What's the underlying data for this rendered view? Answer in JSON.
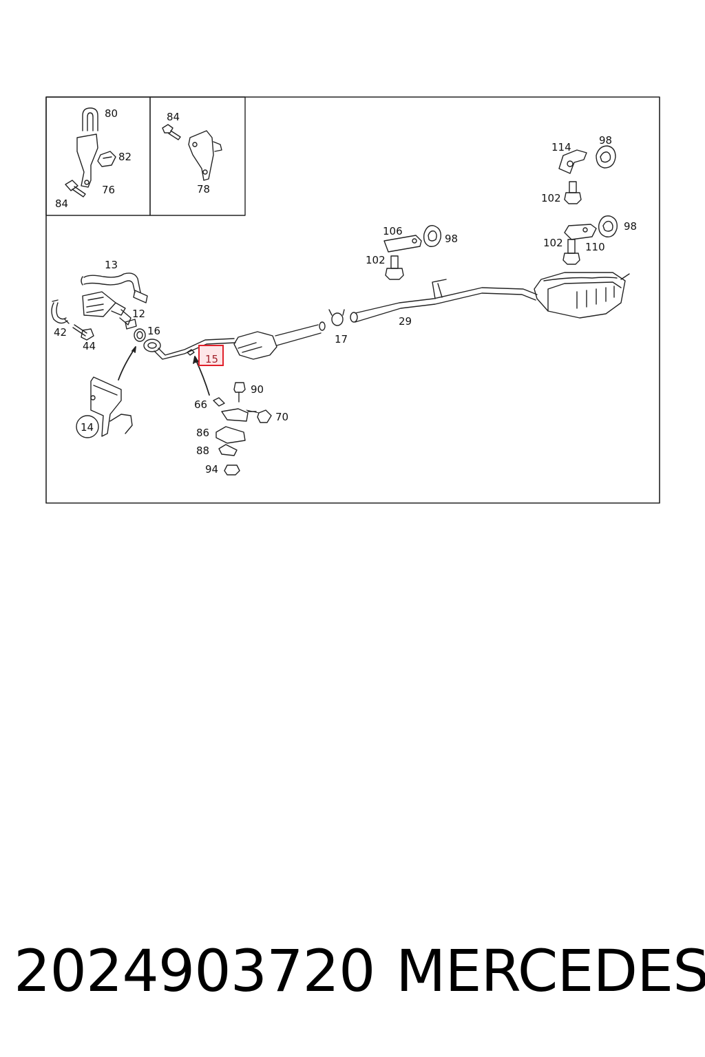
{
  "diagram": {
    "callouts": [
      "80",
      "82",
      "76",
      "84",
      "84",
      "78",
      "114",
      "98",
      "102",
      "106",
      "98",
      "102",
      "98",
      "102",
      "110",
      "13",
      "12",
      "42",
      "44",
      "16",
      "15",
      "17",
      "29",
      "14",
      "66",
      "90",
      "70",
      "86",
      "88",
      "94"
    ],
    "highlighted_part": "15",
    "colors": {
      "highlight_border": "#e0202a",
      "highlight_fill": "#fde6e8",
      "line": "#222222"
    }
  },
  "footer": {
    "part_number": "2024903720",
    "brand": "MERCEDES"
  }
}
